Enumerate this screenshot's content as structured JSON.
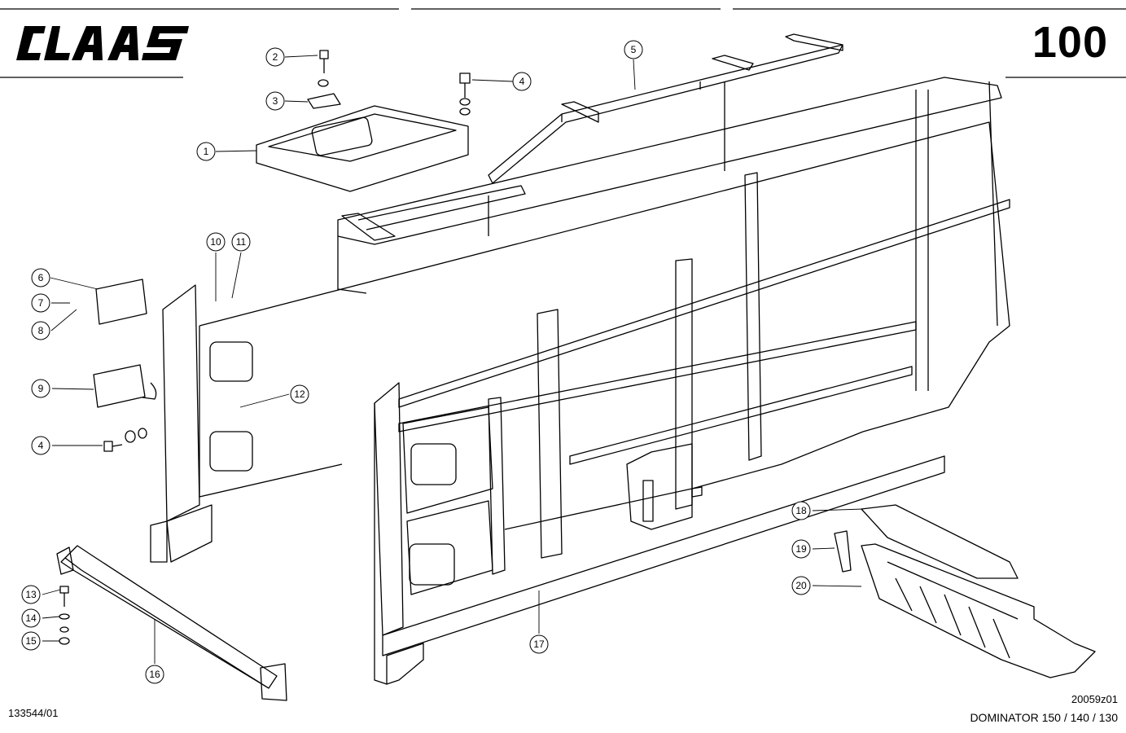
{
  "header": {
    "brand": "CLAAS",
    "page_number": "100"
  },
  "footer": {
    "document_number": "133544/01",
    "drawing_number": "20059z01",
    "model": "DOMINATOR 150 / 140 / 130"
  },
  "callouts": [
    "1",
    "2",
    "3",
    "4",
    "5",
    "6",
    "7",
    "8",
    "9",
    "10",
    "11",
    "12",
    "4",
    "13",
    "14",
    "15",
    "16",
    "17",
    "18",
    "19",
    "20"
  ],
  "colors": {
    "ink": "#000000",
    "paper": "#ffffff"
  }
}
